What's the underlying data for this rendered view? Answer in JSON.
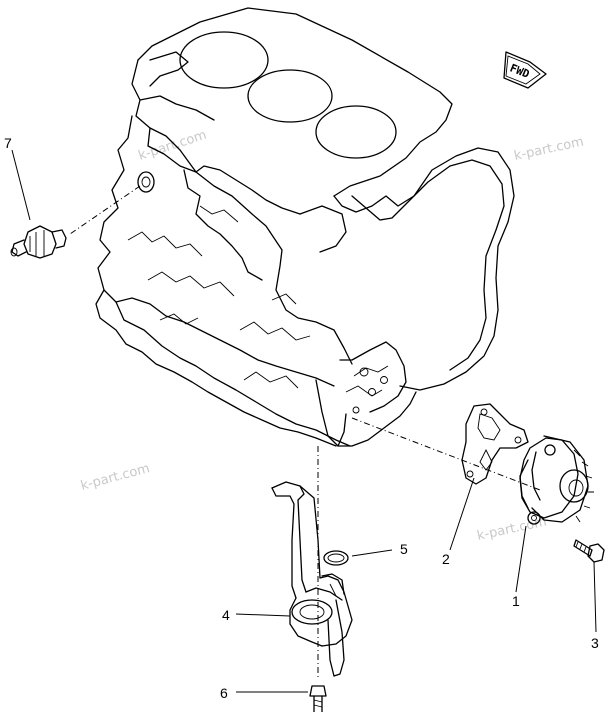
{
  "badge": {
    "label": "FWD"
  },
  "watermarks": [
    "k-part.com",
    "k-part.com",
    "k-part.com",
    "k-part.com"
  ],
  "callouts": [
    {
      "id": "1",
      "label": "1"
    },
    {
      "id": "2",
      "label": "2"
    },
    {
      "id": "3",
      "label": "3"
    },
    {
      "id": "4",
      "label": "4"
    },
    {
      "id": "5",
      "label": "5"
    },
    {
      "id": "6",
      "label": "6"
    },
    {
      "id": "7",
      "label": "7"
    }
  ]
}
